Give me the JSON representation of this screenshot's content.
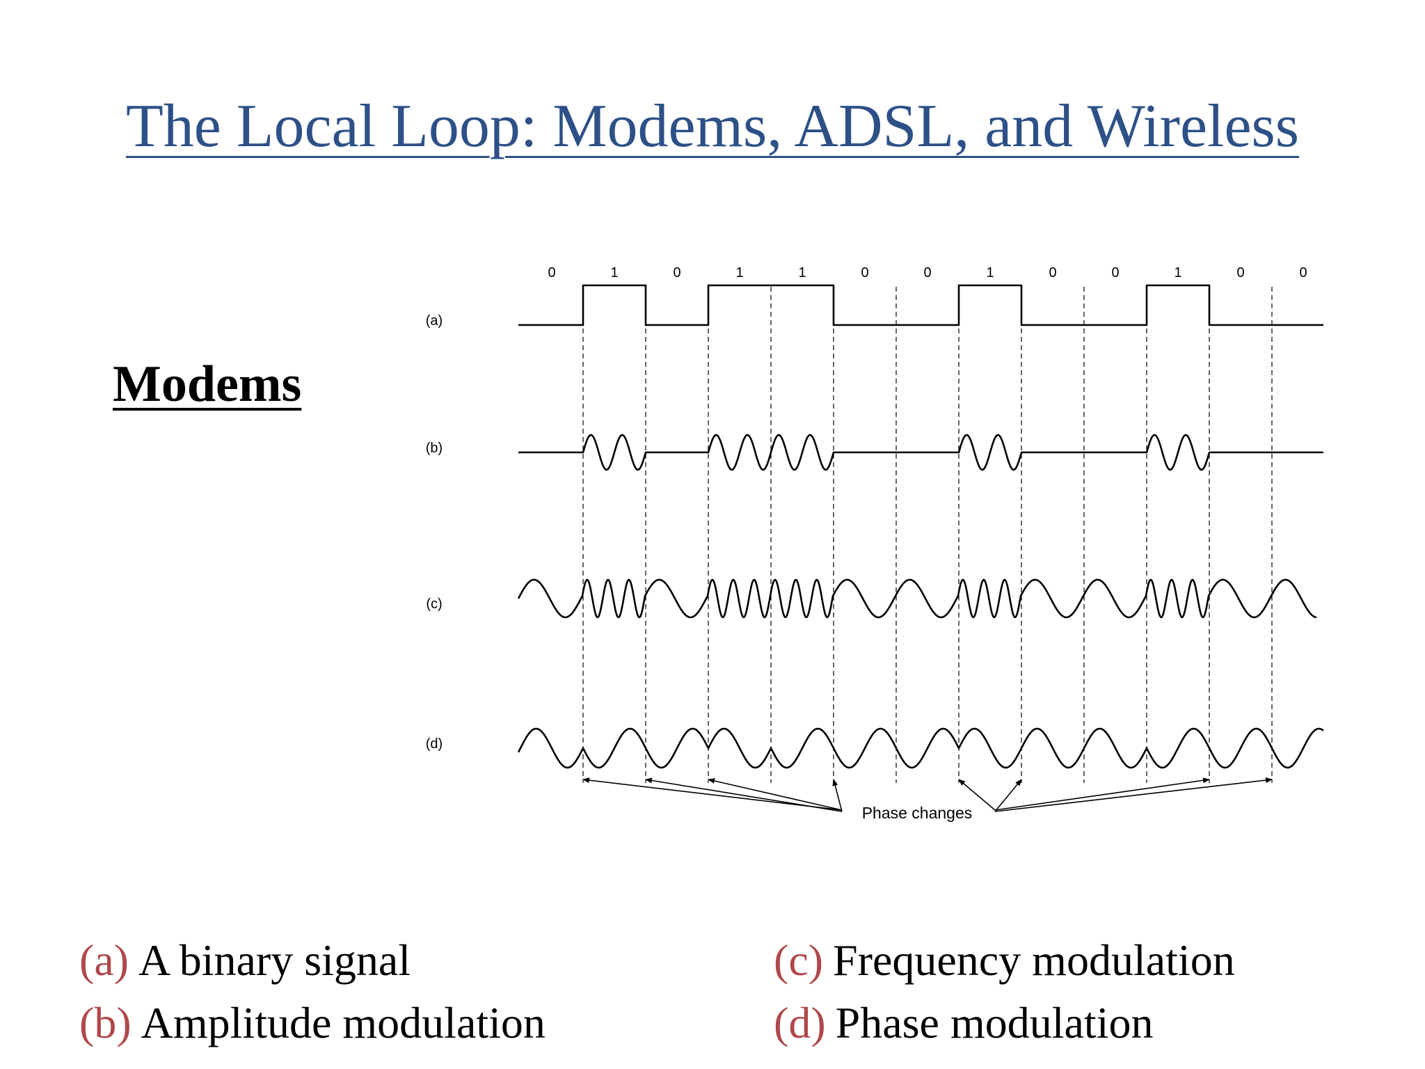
{
  "slide": {
    "title": "The Local Loop: Modems, ADSL, and Wireless",
    "subtitle": "Modems"
  },
  "diagram": {
    "bits": [
      "0",
      "1",
      "0",
      "1",
      "1",
      "0",
      "0",
      "1",
      "0",
      "0",
      "1",
      "0",
      "0"
    ],
    "row_labels": [
      "(a)",
      "(b)",
      "(c)",
      "(d)"
    ],
    "annotation": "Phase changes",
    "phase_change_bit_boundaries": [
      1,
      2,
      3,
      5,
      7,
      8,
      11,
      12
    ]
  },
  "captions": [
    {
      "letter": "(a)",
      "text": "A binary signal"
    },
    {
      "letter": "(b)",
      "text": "Amplitude modulation"
    },
    {
      "letter": "(c)",
      "text": "Frequency modulation"
    },
    {
      "letter": "(d)",
      "text": "Phase modulation"
    }
  ],
  "colors": {
    "title": "#2d5087",
    "caption_letter": "#b0474a",
    "text": "#000000"
  }
}
